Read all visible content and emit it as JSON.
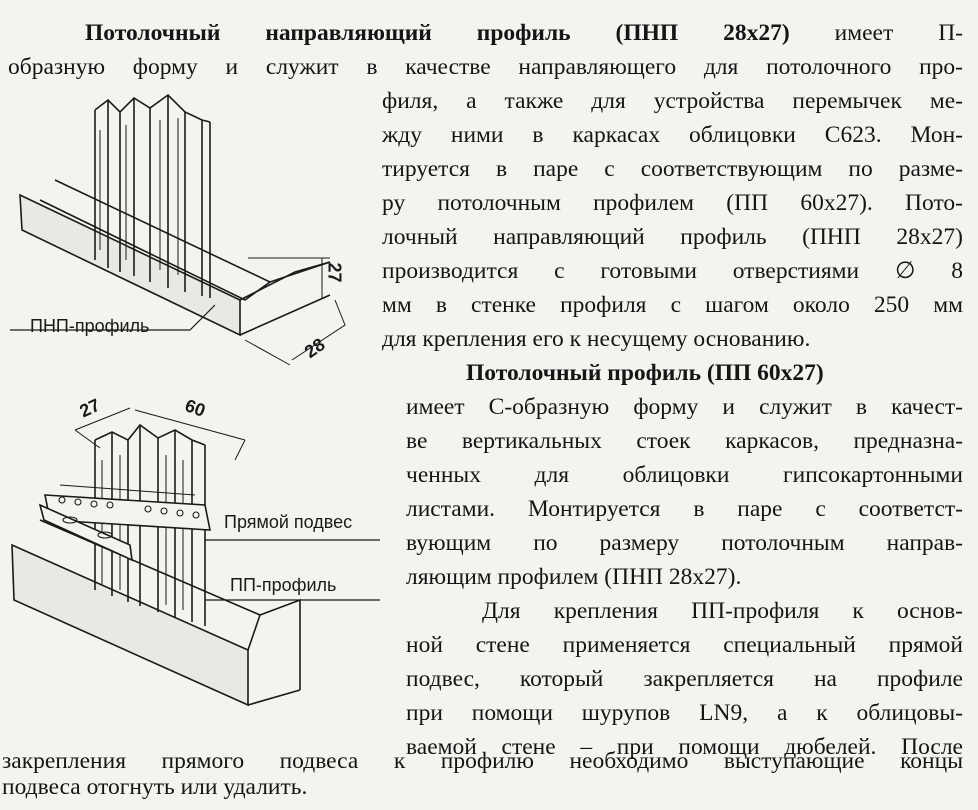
{
  "paragraph1": {
    "lines": [
      {
        "bold": "Потолочный направляющий профиль (ПНП 28x27)",
        "text": " имеет П-"
      },
      {
        "text": "образную форму и служит в качестве направляющего для потолочного про-"
      },
      {
        "text": "филя, а также для устройства перемычек ме-"
      },
      {
        "text": "жду ними в каркасах облицовки С623. Мон-"
      },
      {
        "text": "тируется в паре с соответствующим по разме-"
      },
      {
        "text": "ру потолочным профилем (ПП 60x27). Пото-"
      },
      {
        "text": "лочный направляющий профиль (ПНП 28x27)"
      },
      {
        "text": "производится с готовыми отверстиями ∅ 8"
      },
      {
        "text": "мм в стенке профиля с шагом около 250 мм"
      },
      {
        "text": "для крепления его к несущему основанию."
      }
    ]
  },
  "paragraph2": {
    "lines": [
      {
        "bold": "Потолочный профиль (ПП 60x27)",
        "text": ""
      },
      {
        "text": "имеет С-образную форму и служит в качест-"
      },
      {
        "text": "ве вертикальных стоек каркасов, предназна-"
      },
      {
        "text": "ченных для облицовки гипсокартонными"
      },
      {
        "text": "листами. Монтируется в паре с соответст-"
      },
      {
        "text": "вующим по размеру потолочным направ-"
      },
      {
        "text": "ляющим профилем (ПНП 28x27)."
      }
    ]
  },
  "paragraph3": {
    "lines": [
      {
        "text": "Для крепления ПП-профиля к основ-"
      },
      {
        "text": "ной стене применяется специальный прямой"
      },
      {
        "text": "подвес, который закрепляется на профиле"
      },
      {
        "text": "при помощи шурупов LN9, а к облицовы-"
      },
      {
        "text": "ваемой стене – при помощи дюбелей. После"
      },
      {
        "text": "закрепления прямого подвеса к профилю необходимо выступающие концы"
      },
      {
        "text": "подвеса отогнуть или удалить."
      }
    ]
  },
  "figure_top": {
    "label": "ПНП-профиль",
    "dim_height": "27",
    "dim_width": "28"
  },
  "figure_bottom": {
    "label_hanger": "Прямой подвес",
    "label_profile": "ПП-профиль",
    "dim_depth": "27",
    "dim_width": "60"
  }
}
